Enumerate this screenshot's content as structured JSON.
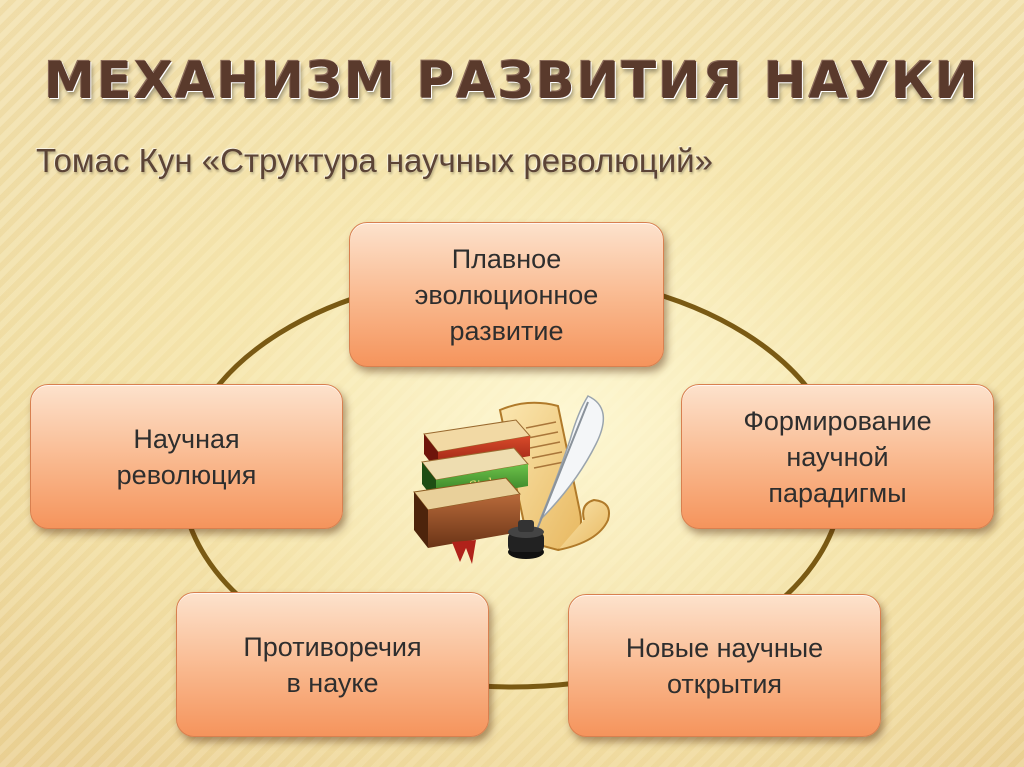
{
  "title": "МЕХАНИЗМ РАЗВИТИЯ НАУКИ",
  "subtitle": "Томас Кун «Структура научных революций»",
  "cycle": {
    "top": "Плавное\nэволюционное\nразвитие",
    "right": "Формирование\nнаучной\nпарадигмы",
    "bottom_right": "Новые научные\nоткрытия",
    "bottom_left": "Противоречия\nв науке",
    "left": "Научная\nреволюция"
  },
  "illustration": {
    "icon": "books-scroll-quill-icon"
  },
  "colors": {
    "box_fill": "#f9b78c",
    "ring": "#7a5a14",
    "title": "#5a3a2c"
  }
}
